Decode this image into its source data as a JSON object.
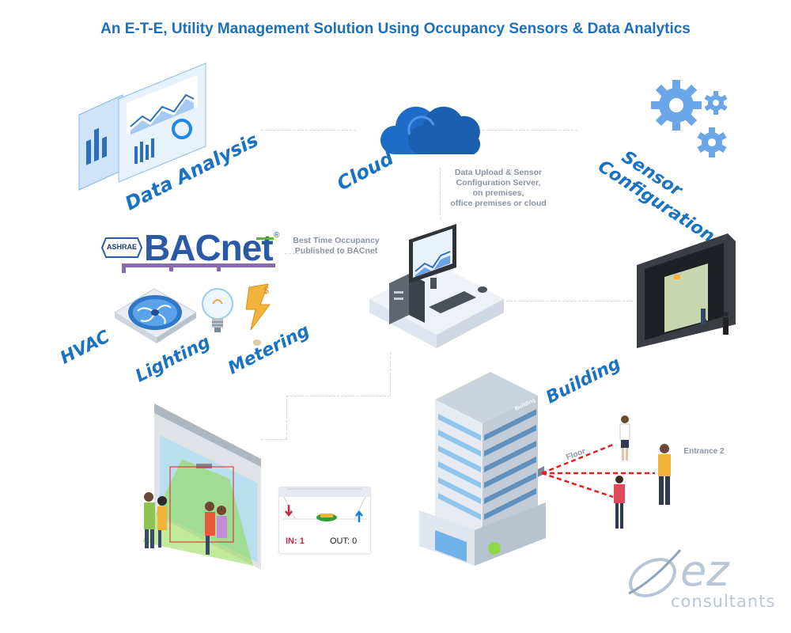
{
  "title": "An E-T-E, Utility Management Solution Using Occupancy Sensors & Data Analytics",
  "labels": {
    "data_analysis": "Data Analysis",
    "cloud": "Cloud",
    "sensor_configuration_line1": "Sensor",
    "sensor_configuration_line2": "Configuration",
    "hvac": "HVAC",
    "lighting": "Lighting",
    "metering": "Metering",
    "building": "Building"
  },
  "cloud_note": [
    "Data Upload & Sensor",
    "Configuration Server,",
    "on premises,",
    "office premises or cloud"
  ],
  "bacnet_note": [
    "Best Time Occupancy",
    "Published to BACnet"
  ],
  "bacnet_logo": {
    "brand": "BACnet",
    "registered": "®",
    "badge": "ASHRAE"
  },
  "counter": {
    "in_label": "IN: 1",
    "out_label": "OUT: 0"
  },
  "building_sign": "Building",
  "diagram_labels": {
    "floor": "Floor",
    "entrance": "Entrance 2"
  },
  "logo": {
    "mark": "ez",
    "text": "consultants"
  },
  "colors": {
    "accent": "#1a73c2",
    "title": "#1f6fb8",
    "sensor_beam": "#7ed321",
    "sensor_dash": "#e02020"
  }
}
